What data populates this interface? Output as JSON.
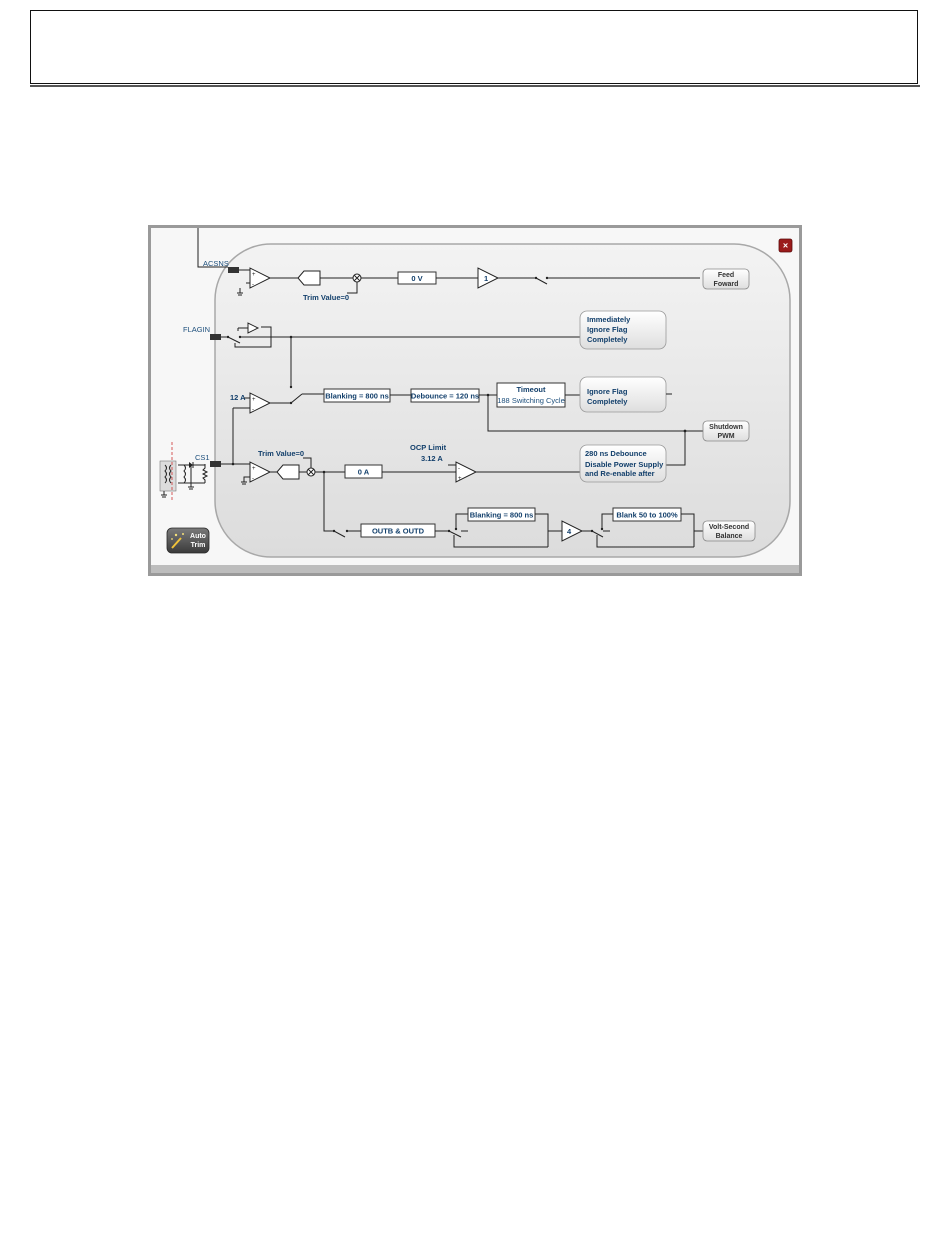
{
  "header": {},
  "dialog": {
    "close_icon": "close-icon",
    "pins": {
      "acsns": "ACSNS",
      "flagin": "FLAGIN",
      "cs1": "CS1"
    },
    "trim_labels": {
      "acsns_trim": "Trim Value=0",
      "cs1_trim": "Trim Value=0"
    },
    "ocp_threshold": "12 A",
    "ocp_limit_label": "OCP Limit",
    "ocp_limit_value": "3.12 A",
    "blocks": {
      "acsns_offset": "0 V",
      "gain_stage": "1",
      "cs1_offset": "0 A",
      "blanking_ocp": "Blanking = 800 ns",
      "debounce_ocp": "Debounce = 120 ns",
      "timeout_title": "Timeout",
      "timeout_value": "188 Switching Cycle",
      "outb_outd": "OUTB & OUTD",
      "blanking_vs": "Blanking = 800 ns",
      "vs_gain": "4",
      "blank_range": "Blank 50 to 100%"
    },
    "actions": {
      "feed_forward": [
        "Feed",
        "Foward"
      ],
      "shutdown_pwm": [
        "Shutdown",
        "PWM"
      ],
      "volt_second": [
        "Volt-Second",
        "Balance"
      ]
    },
    "flag_options": {
      "immediately_ignore": [
        "Immediately",
        "Ignore Flag",
        "Completely"
      ],
      "ignore_flag": [
        "Ignore Flag",
        "Completely"
      ],
      "debounce_disable": [
        "280 ns Debounce",
        "Disable Power Supply",
        "and Re-enable after"
      ]
    },
    "auto_trim": {
      "label": [
        "Auto",
        "Trim"
      ],
      "icon": "wand-icon"
    },
    "colors": {
      "accent": "#1d4f7c",
      "close": "#9b1b1b",
      "panel": "#e4e4e4"
    }
  }
}
